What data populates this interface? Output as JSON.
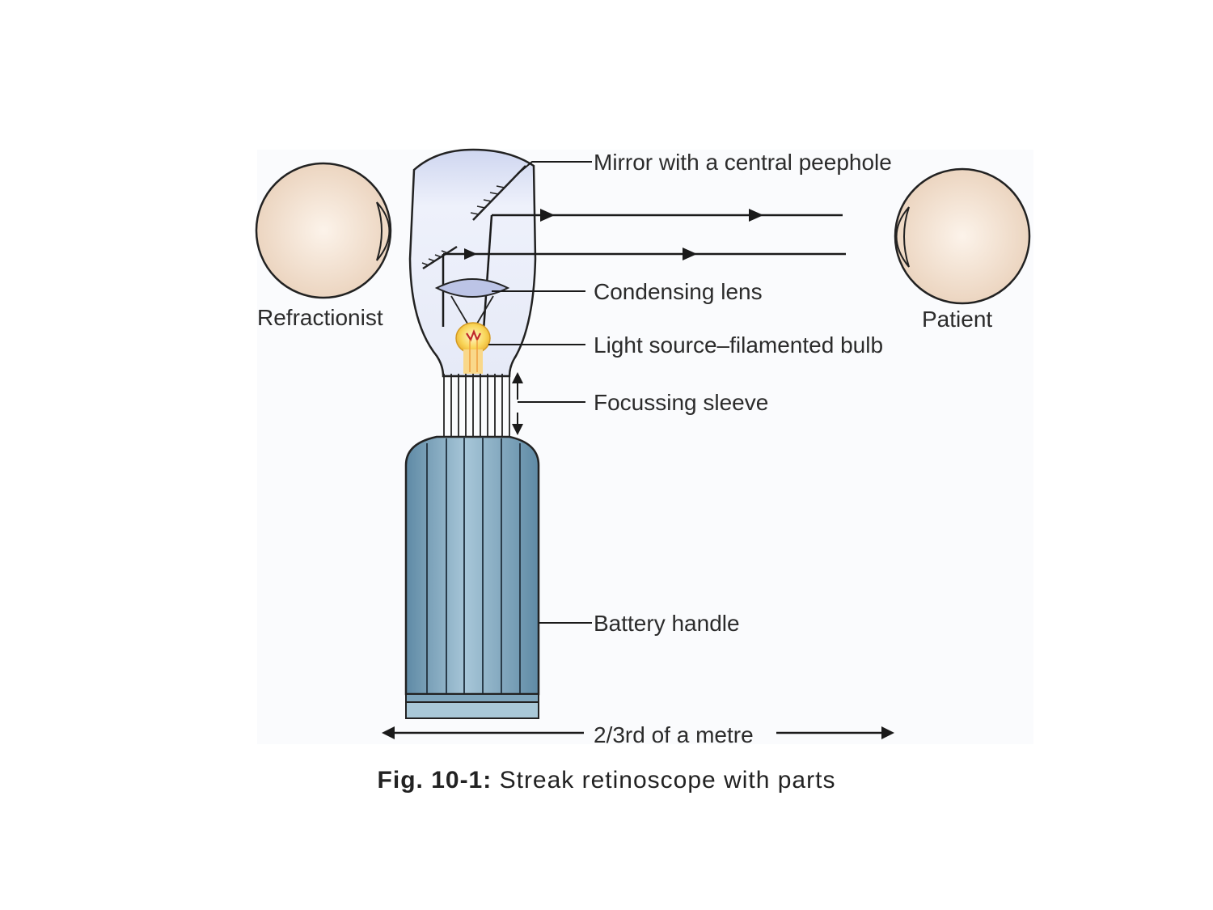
{
  "labels": {
    "mirror": "Mirror with a central peephole",
    "lens": "Condensing lens",
    "light": "Light source–filamented bulb",
    "sleeve": "Focussing sleeve",
    "battery": "Battery handle",
    "refractionist": "Refractionist",
    "patient": "Patient",
    "distance": "2/3rd of a metre"
  },
  "caption": {
    "prefix": "Fig. 10-1:",
    "text": "Streak retinoscope with parts"
  },
  "colors": {
    "eye_fill": "#f1ddc9",
    "head_fill": "#dde3f5",
    "handle_fill": "#6f9ab3",
    "handle_light": "#a9c8d8",
    "bulb": "#f6c33a",
    "ink": "#1a1a1a"
  }
}
